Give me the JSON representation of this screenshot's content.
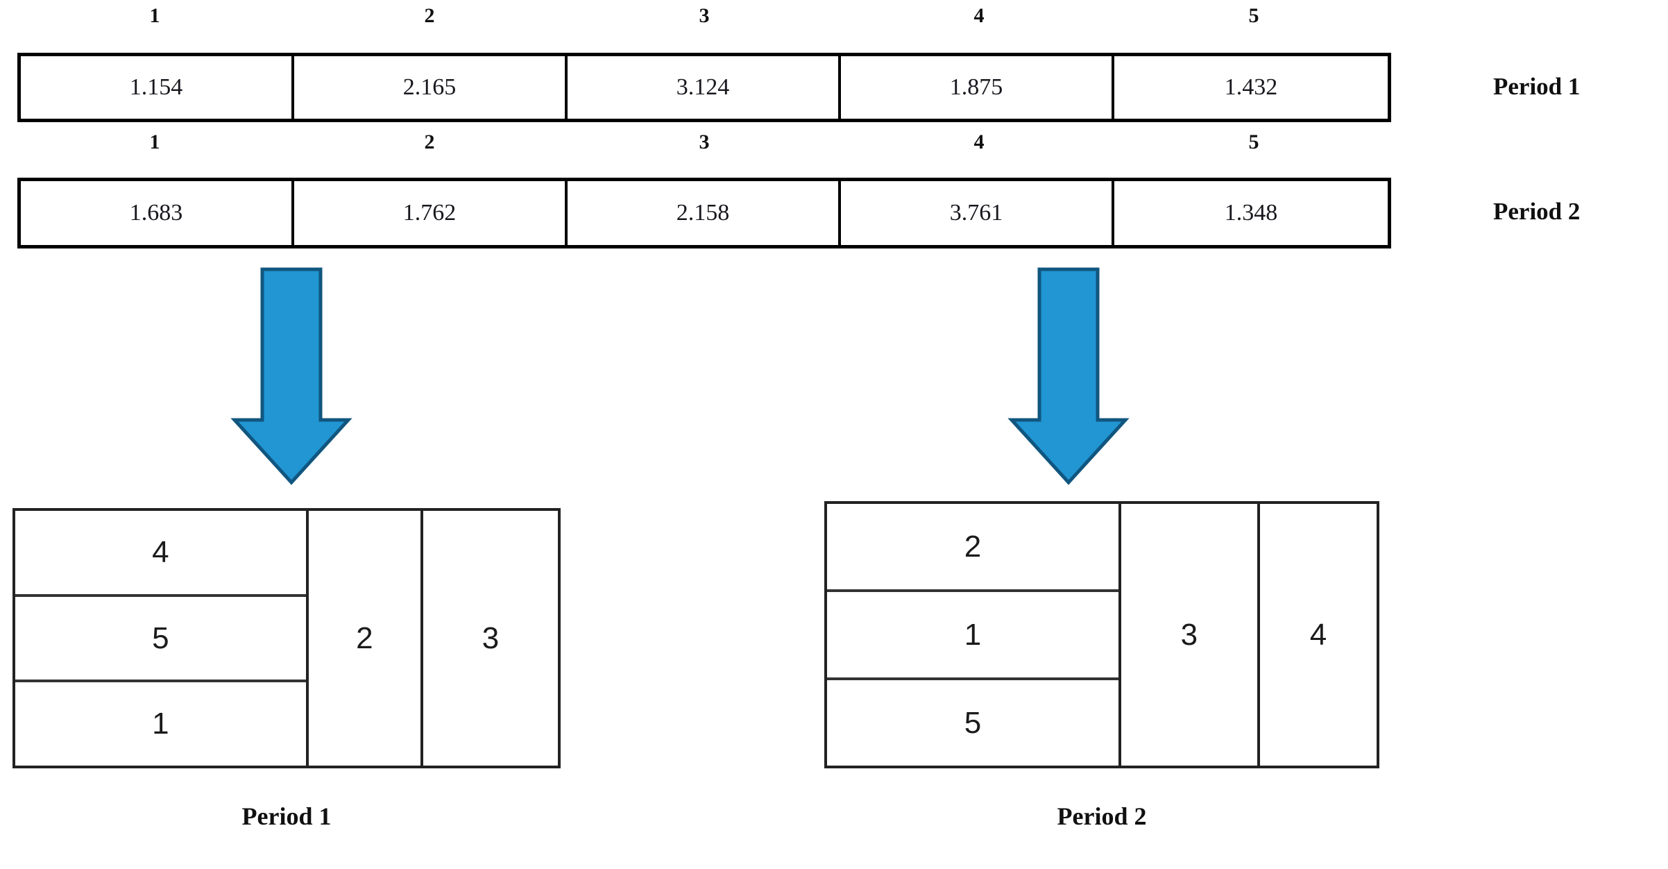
{
  "figure": {
    "arrow_color": "#2196d3",
    "arrow_border_color": "#10567f",
    "box_border_color": "#222222",
    "table_border_color": "#000000"
  },
  "top_tables": [
    {
      "name": "period-1-processing-times",
      "label": "Period 1",
      "column_headers": [
        "1",
        "2",
        "3",
        "4",
        "5"
      ],
      "values": [
        "1.154",
        "2.165",
        "3.124",
        "1.875",
        "1.432"
      ]
    },
    {
      "name": "period-2-processing-times",
      "label": "Period 2",
      "column_headers": [
        "1",
        "2",
        "3",
        "4",
        "5"
      ],
      "values": [
        "1.683",
        "1.762",
        "2.158",
        "3.761",
        "1.348"
      ]
    }
  ],
  "arrows": [
    {
      "name": "arrow-period-1",
      "direction": "down"
    },
    {
      "name": "arrow-period-2",
      "direction": "down"
    }
  ],
  "schedules": [
    {
      "name": "schedule-period-1",
      "caption": "Period 1",
      "columns": [
        {
          "type": "stack",
          "jobs": [
            "4",
            "5",
            "1"
          ]
        },
        {
          "type": "single",
          "jobs": [
            "2"
          ]
        },
        {
          "type": "single",
          "jobs": [
            "3"
          ]
        }
      ]
    },
    {
      "name": "schedule-period-2",
      "caption": "Period 2",
      "columns": [
        {
          "type": "stack",
          "jobs": [
            "2",
            "1",
            "5"
          ]
        },
        {
          "type": "single",
          "jobs": [
            "3"
          ]
        },
        {
          "type": "single",
          "jobs": [
            "4"
          ]
        }
      ]
    }
  ],
  "chart_data": {
    "type": "table",
    "title": "",
    "series": [
      {
        "name": "Period 1",
        "categories": [
          "1",
          "2",
          "3",
          "4",
          "5"
        ],
        "values": [
          1.154,
          2.165,
          3.124,
          1.875,
          1.432
        ]
      },
      {
        "name": "Period 2",
        "categories": [
          "1",
          "2",
          "3",
          "4",
          "5"
        ],
        "values": [
          1.683,
          1.762,
          2.158,
          3.761,
          1.348
        ]
      }
    ],
    "assignments": [
      {
        "period": "Period 1",
        "machine_1": [
          "4",
          "5",
          "1"
        ],
        "machine_2": [
          "2"
        ],
        "machine_3": [
          "3"
        ]
      },
      {
        "period": "Period 2",
        "machine_1": [
          "2",
          "1",
          "5"
        ],
        "machine_2": [
          "3"
        ],
        "machine_3": [
          "4"
        ]
      }
    ]
  }
}
